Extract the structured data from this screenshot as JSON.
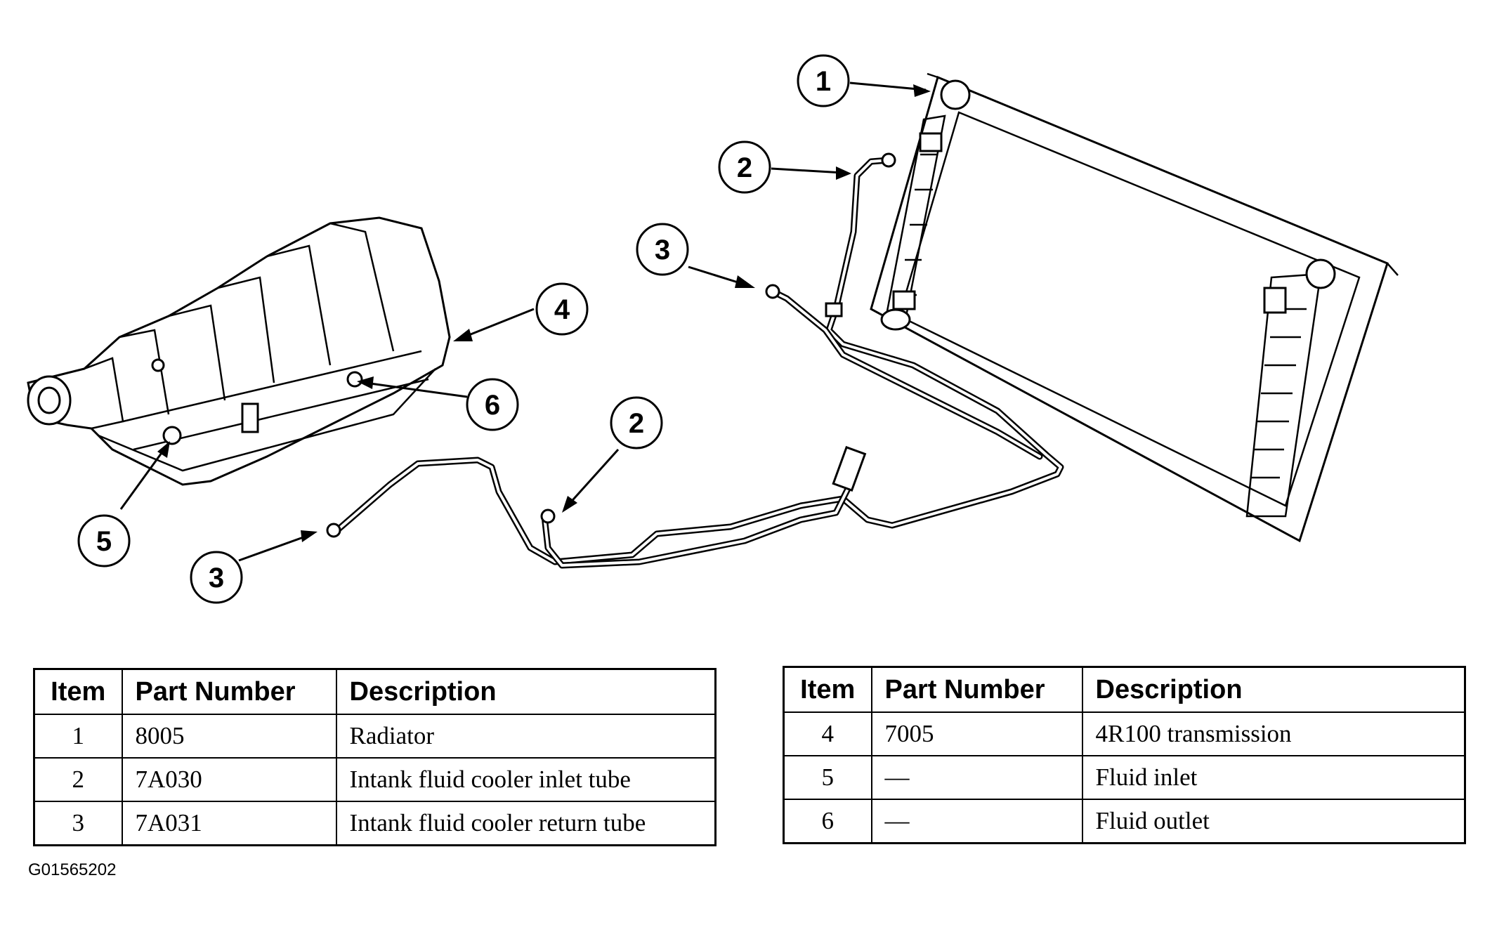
{
  "callouts": [
    {
      "label": "1"
    },
    {
      "label": "2"
    },
    {
      "label": "3"
    },
    {
      "label": "4"
    },
    {
      "label": "6"
    },
    {
      "label": "2"
    },
    {
      "label": "5"
    },
    {
      "label": "3"
    }
  ],
  "table_left": {
    "headers": {
      "item": "Item",
      "part_number": "Part Number",
      "description": "Description"
    },
    "rows": [
      {
        "item": "1",
        "part_number": "8005",
        "description": "Radiator"
      },
      {
        "item": "2",
        "part_number": "7A030",
        "description": "Intank fluid cooler inlet tube"
      },
      {
        "item": "3",
        "part_number": "7A031",
        "description": "Intank fluid cooler return tube"
      }
    ]
  },
  "table_right": {
    "headers": {
      "item": "Item",
      "part_number": "Part Number",
      "description": "Description"
    },
    "rows": [
      {
        "item": "4",
        "part_number": "7005",
        "description": "4R100 transmission"
      },
      {
        "item": "5",
        "part_number": "—",
        "description": "Fluid inlet"
      },
      {
        "item": "6",
        "part_number": "—",
        "description": "Fluid outlet"
      }
    ]
  },
  "figure_id": "G01565202"
}
